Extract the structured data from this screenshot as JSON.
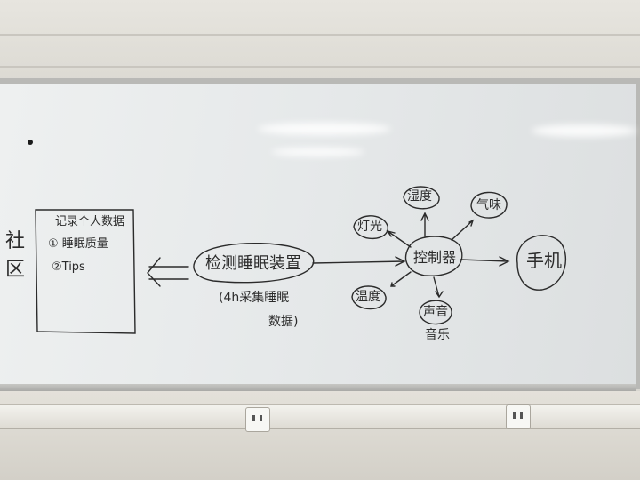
{
  "whiteboard": {
    "left_label": "社区",
    "note_box": {
      "line1": "记录个人数据",
      "line2": "① 睡眠质量",
      "line3": "②Tips"
    },
    "center_device": "检测睡眠装置",
    "center_note": "(4h采集睡眠",
    "center_note2": "数据)",
    "controller": "控制器",
    "phone": "手机",
    "nodes": {
      "light": "灯光",
      "humidity": "湿度",
      "smell": "气味",
      "temperature": "温度",
      "sound_top": "声音",
      "sound_bottom": "音乐"
    }
  },
  "colors": {
    "ink": "#2b2b2b",
    "board": "#e6e9ea",
    "frame": "#b9b9b6",
    "wall": "#dcdad3"
  }
}
